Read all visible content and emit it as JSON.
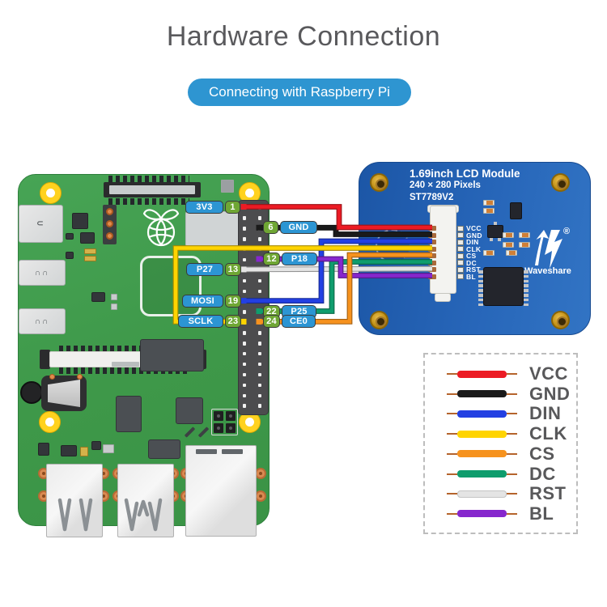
{
  "title": "Hardware Connection",
  "banner": {
    "label": "Connecting with Raspberry Pi"
  },
  "colors": {
    "banner_bg": "#2e95d1",
    "pill_blue": "#2c95d3",
    "pill_green": "#6fa634",
    "pi_board_green": "#42a050",
    "lcd_board_blue": "#2766b9",
    "legend_stub": "#b5642c",
    "title_gray": "#59595c"
  },
  "pi": {
    "name": "Raspberry Pi",
    "gpio_labels": [
      {
        "name": "3V3",
        "pin": "1",
        "side": "left"
      },
      {
        "name": "GND",
        "pin": "6",
        "side": "right"
      },
      {
        "name": "P18",
        "pin": "12",
        "side": "right"
      },
      {
        "name": "P27",
        "pin": "13",
        "side": "left"
      },
      {
        "name": "MOSI",
        "pin": "19",
        "side": "left"
      },
      {
        "name": "P25",
        "pin": "22",
        "side": "right"
      },
      {
        "name": "SCLK",
        "pin": "23",
        "side": "left"
      },
      {
        "name": "CE0",
        "pin": "24",
        "side": "right"
      }
    ]
  },
  "lcd": {
    "title": "1.69inch LCD Module",
    "subtitle": "240 × 280 Pixels",
    "controller": "ST7789V2",
    "brand": "Waveshare",
    "registered_mark": "®",
    "pins": [
      "VCC",
      "GND",
      "DIN",
      "CLK",
      "CS",
      "DC",
      "RST",
      "BL"
    ]
  },
  "legend": {
    "items": [
      {
        "label": "VCC",
        "color": "#ec1b24"
      },
      {
        "label": "GND",
        "color": "#1a1a1a"
      },
      {
        "label": "DIN",
        "color": "#2340e2"
      },
      {
        "label": "CLK",
        "color": "#ffd400"
      },
      {
        "label": "CS",
        "color": "#f6921e"
      },
      {
        "label": "DC",
        "color": "#0f9d6d"
      },
      {
        "label": "RST",
        "color": "#e4e4e4"
      },
      {
        "label": "BL",
        "color": "#8627cd"
      }
    ]
  },
  "connections": [
    {
      "signal": "VCC",
      "pi_pin": "1",
      "pi_name": "3V3",
      "lcd_pin": "VCC"
    },
    {
      "signal": "GND",
      "pi_pin": "6",
      "pi_name": "GND",
      "lcd_pin": "GND"
    },
    {
      "signal": "DIN",
      "pi_pin": "19",
      "pi_name": "MOSI",
      "lcd_pin": "DIN"
    },
    {
      "signal": "CLK",
      "pi_pin": "23",
      "pi_name": "SCLK",
      "lcd_pin": "CLK"
    },
    {
      "signal": "CS",
      "pi_pin": "24",
      "pi_name": "CE0",
      "lcd_pin": "CS"
    },
    {
      "signal": "DC",
      "pi_pin": "22",
      "pi_name": "P25",
      "lcd_pin": "DC"
    },
    {
      "signal": "RST",
      "pi_pin": "13",
      "pi_name": "P27",
      "lcd_pin": "RST"
    },
    {
      "signal": "BL",
      "pi_pin": "12",
      "pi_name": "P18",
      "lcd_pin": "BL"
    }
  ]
}
